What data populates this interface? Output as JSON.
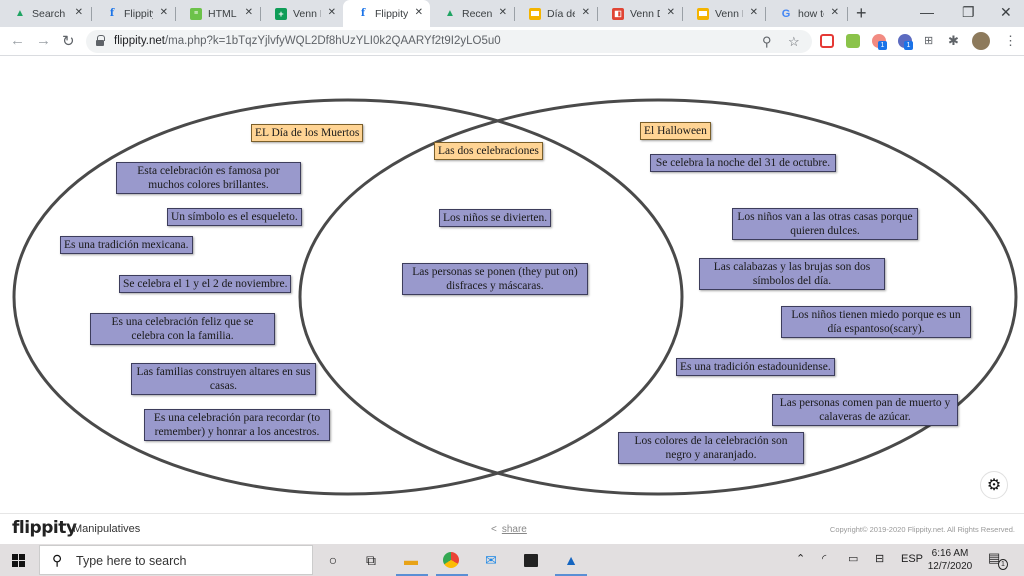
{
  "browser": {
    "tabs": [
      {
        "label": "Search",
        "icon": "google-drive-icon",
        "active": false
      },
      {
        "label": "Flippity",
        "icon": "flippity-icon",
        "active": false
      },
      {
        "label": "HTML C",
        "icon": "html-code-icon",
        "active": false
      },
      {
        "label": "Venn Di",
        "icon": "google-sheets-icon",
        "active": false
      },
      {
        "label": "Flippity",
        "icon": "flippity-icon",
        "active": true
      },
      {
        "label": "Recent",
        "icon": "google-drive-icon",
        "active": false
      },
      {
        "label": "Día de l",
        "icon": "google-slides-icon",
        "active": false
      },
      {
        "label": "Venn Di",
        "icon": "venn-app-icon",
        "active": false
      },
      {
        "label": "Venn Di",
        "icon": "google-slides-icon",
        "active": false
      },
      {
        "label": "how to",
        "icon": "google-icon",
        "active": false
      }
    ],
    "url_host": "flippity.net",
    "url_path": "/ma.php?k=1bTqzYjlvfyWQL2Df8hUzYLI0k2QAARYf2t9I2yLO5u0",
    "extension_badges": [
      "1",
      "1"
    ]
  },
  "venn": {
    "headers": {
      "left": "EL Día de los Muertos",
      "middle": "Las dos celebraciones",
      "right": "El Halloween"
    },
    "left_items": [
      "Esta celebración es famosa por muchos colores brillantes.",
      "Un símbolo es el esqueleto.",
      "Es una tradición mexicana.",
      "Se celebra el 1 y el 2 de noviembre.",
      "Es una celebración feliz que se celebra con la familia.",
      "Las familias construyen altares en sus casas.",
      "Es una celebración para recordar (to remember) y honrar a los ancestros."
    ],
    "middle_items": [
      "Los niños se divierten.",
      "Las personas se ponen (they put on) disfraces y máscaras."
    ],
    "right_items": [
      "Se celebra la noche del 31 de octubre.",
      "Los niños van a las otras casas porque quieren dulces.",
      "Las calabazas y las brujas son dos símbolos del día.",
      "Los niños tienen miedo porque es un día espantoso(scary).",
      "Es una tradición estadounidense.",
      "Las personas comen pan de muerto y calaveras de azúcar.",
      "Los colores de la celebración son negro y anaranjado."
    ],
    "colors": {
      "item_fill": "#9999cc",
      "header_fill": "#ffd494",
      "circle_stroke": "#4a4a4a"
    }
  },
  "footer": {
    "logo": "flippity",
    "app_title": "Manipulatives",
    "share_label": "share",
    "copyright": "Copyright© 2019-2020 Flippity.net. All Rights Reserved."
  },
  "taskbar": {
    "search_placeholder": "Type here to search",
    "language": "ESP",
    "time": "6:16 AM",
    "date": "12/7/2020",
    "notification_count": "1"
  }
}
